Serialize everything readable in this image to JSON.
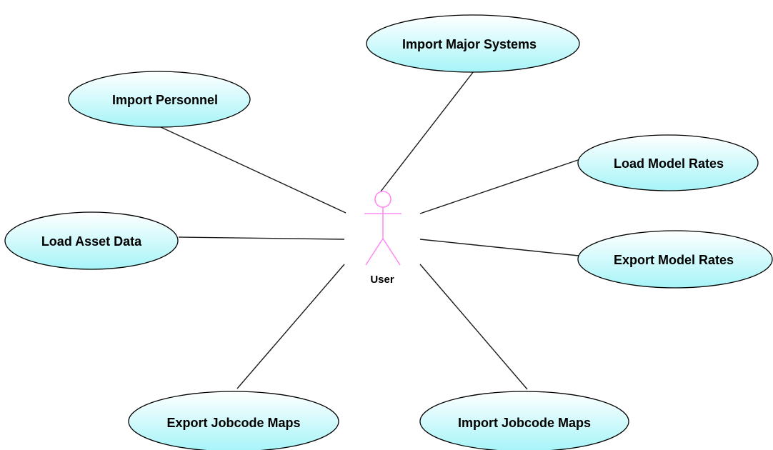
{
  "colors": {
    "use_case_fill_top": "#ffffff",
    "use_case_fill_bottom": "#a6f4f8",
    "use_case_stroke": "#000000",
    "actor_stroke": "#ff8cf2",
    "line": "#1a1a1a"
  },
  "actor": {
    "name": "User",
    "icon": "stick-figure-icon"
  },
  "use_cases": [
    {
      "id": "import-major-systems",
      "label": "Import Major Systems"
    },
    {
      "id": "import-personnel",
      "label": "Import Personnel"
    },
    {
      "id": "load-model-rates",
      "label": "Load Model Rates"
    },
    {
      "id": "load-asset-data",
      "label": "Load Asset Data"
    },
    {
      "id": "export-model-rates",
      "label": "Export Model Rates"
    },
    {
      "id": "export-jobcode-maps",
      "label": "Export Jobcode Maps"
    },
    {
      "id": "import-jobcode-maps",
      "label": "Import Jobcode Maps"
    }
  ]
}
